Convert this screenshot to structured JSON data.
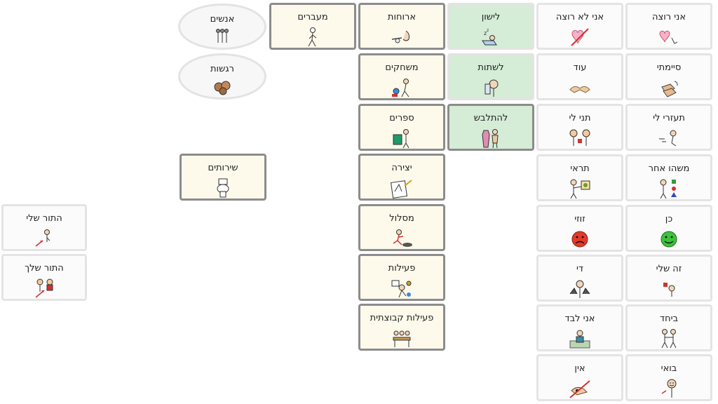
{
  "board": {
    "col1": [
      {
        "label": "אני רוצה",
        "icon": "heart-hand-icon"
      },
      {
        "label": "סיימתי",
        "icon": "hands-finished-icon"
      },
      {
        "label": "תעזרי לי",
        "icon": "help-people-icon"
      },
      {
        "label": "משהו אחר",
        "icon": "person-shapes-icon"
      },
      {
        "label": "כן",
        "icon": "green-smiley-icon"
      },
      {
        "label": "זה שלי",
        "icon": "mine-person-icon"
      },
      {
        "label": "ביחד",
        "icon": "together-people-icon"
      },
      {
        "label": "בואי",
        "icon": "come-person-icon"
      }
    ],
    "col2": [
      {
        "label": "אני לא רוצה",
        "icon": "heart-crossed-icon"
      },
      {
        "label": "עוד",
        "icon": "more-hands-icon"
      },
      {
        "label": "תני לי",
        "icon": "give-me-people-icon"
      },
      {
        "label": "תראי",
        "icon": "look-person-icon"
      },
      {
        "label": "זוזי",
        "icon": "red-sad-face-icon"
      },
      {
        "label": "די",
        "icon": "stop-hands-icon"
      },
      {
        "label": "אני לבד",
        "icon": "alone-person-icon"
      },
      {
        "label": "אין",
        "icon": "none-hand-crossed-icon"
      }
    ],
    "col3": [
      {
        "label": "לישון",
        "icon": "sleep-icon"
      },
      {
        "label": "לשתות",
        "icon": "drink-icon"
      },
      {
        "label": "להתלבש",
        "icon": "dress-icon"
      }
    ],
    "col4": [
      {
        "label": "ארוחות",
        "icon": "eating-icon"
      },
      {
        "label": "משחקים",
        "icon": "playing-icon"
      },
      {
        "label": "ספרים",
        "icon": "books-icon"
      },
      {
        "label": "יצירה",
        "icon": "art-icon"
      },
      {
        "label": "מסלול",
        "icon": "running-track-icon"
      },
      {
        "label": "פעילות",
        "icon": "activity-icon"
      },
      {
        "label": "פעילות קבוצתית",
        "icon": "group-activity-icon"
      }
    ],
    "col5": [
      {
        "label": "מעברים",
        "icon": "walking-icon"
      }
    ],
    "col6": [
      {
        "label": "אנשים",
        "icon": "people-icon"
      },
      {
        "label": "רגשות",
        "icon": "emotions-icon"
      },
      {
        "label": "שירותים",
        "icon": "toilet-icon"
      }
    ],
    "turns": [
      {
        "label": "התור שלי",
        "icon": "my-turn-icon"
      },
      {
        "label": "התור שלך",
        "icon": "your-turn-icon"
      }
    ]
  }
}
